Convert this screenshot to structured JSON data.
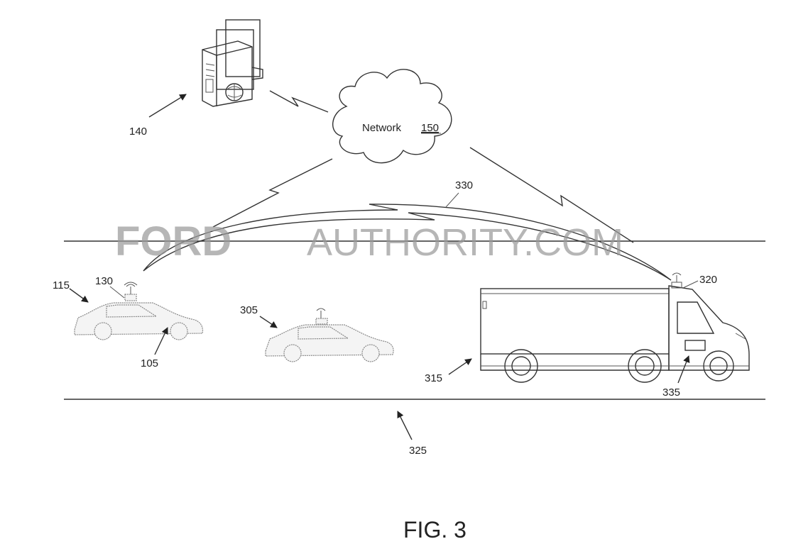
{
  "network": {
    "label": "Network",
    "number": "150"
  },
  "labels": {
    "server": "140",
    "car_left": "115",
    "antenna_left": "130",
    "car_left_unit": "105",
    "car_middle": "305",
    "link": "330",
    "truck_antenna": "320",
    "truck": "315",
    "truck_unit": "335",
    "road": "325"
  },
  "figure_caption": "FIG. 3",
  "watermark": {
    "part1": "FORD",
    "part2": "AUTHORITY.COM"
  }
}
